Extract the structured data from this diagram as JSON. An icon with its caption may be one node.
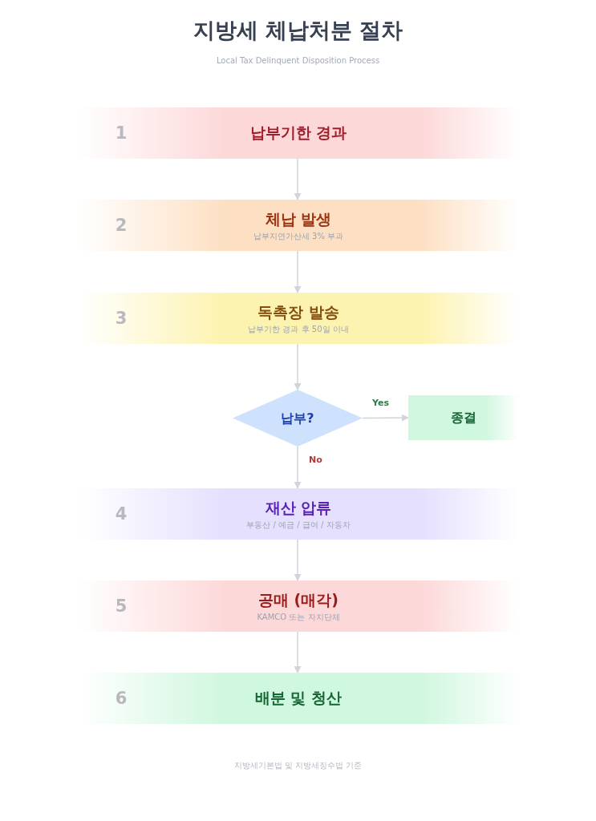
{
  "diagram": {
    "title": "지방세 체납처분 절차",
    "nodes": [
      {
        "text": [
          "1",
          "납부기한 경과"
        ]
      },
      {
        "text": [
          "2",
          "체납 발생",
          "납부지연가산세 3% 부과"
        ]
      },
      {
        "text": [
          "3",
          "독촉장 발송",
          "납부기한 경과 후 50일 이내"
        ]
      },
      {
        "text": [
          "납부?"
        ]
      },
      {
        "text": [
          "종결"
        ]
      },
      {
        "text": [
          "4",
          "재산 압류",
          "부동산 / 예금 / 급여 / 자동차"
        ]
      },
      {
        "text": [
          "5",
          "공매 (매각)",
          "KAMCO 또는 자치단체"
        ]
      },
      {
        "text": [
          "6",
          "배분 및 청산"
        ]
      }
    ],
    "edges": [
      {
        "from": 0,
        "to": 1,
        "arrow": "to"
      },
      {
        "from": 1,
        "to": 2,
        "arrow": "to"
      },
      {
        "from": 2,
        "to": 3,
        "arrow": "to"
      },
      {
        "from": 3,
        "to": 4,
        "arrow": "to",
        "label": "Yes"
      },
      {
        "from": 3,
        "to": 5,
        "arrow": "to",
        "label": "No"
      },
      {
        "from": 5,
        "to": 6,
        "arrow": "to"
      },
      {
        "from": 6,
        "to": 7,
        "arrow": "to"
      }
    ],
    "labels": [
      "Local Tax Delinquent Disposition Process",
      "지방세기본법 및 지방세징수법 기준"
    ]
  }
}
